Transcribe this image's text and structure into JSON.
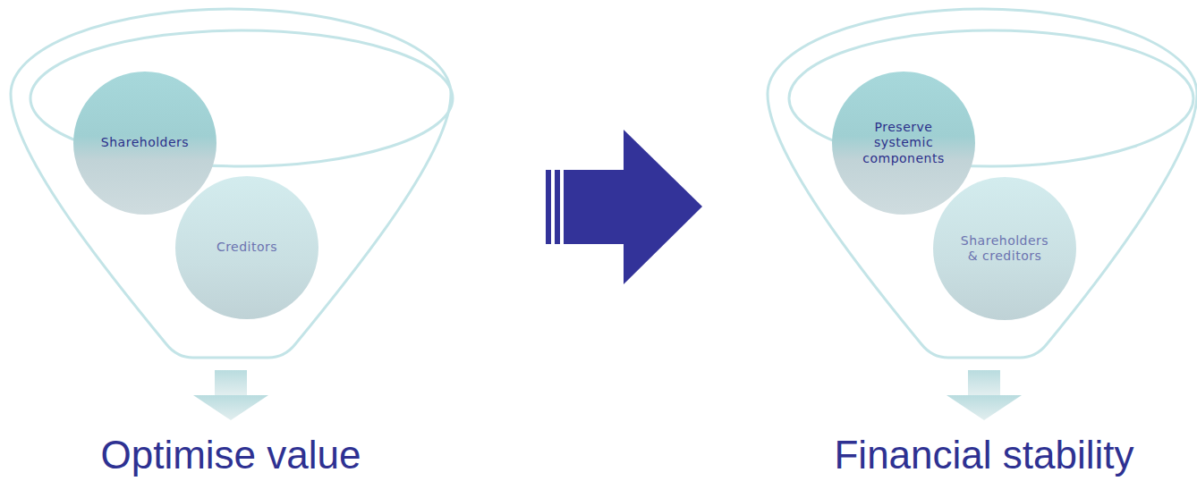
{
  "diagram": {
    "nodes": [
      {
        "text": [
          "Shareholders"
        ]
      },
      {
        "text": [
          "Creditors"
        ]
      },
      {
        "text": [
          "Preserve systemic components"
        ]
      },
      {
        "text": [
          "Shareholders & creditors"
        ]
      }
    ],
    "labels": [
      "Optimise value",
      "Financial stability"
    ]
  }
}
